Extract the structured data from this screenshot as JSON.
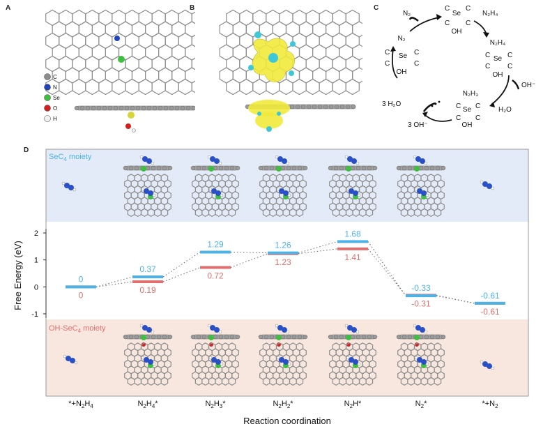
{
  "panels": {
    "a": "A",
    "b": "B",
    "c": "C",
    "d": "D"
  },
  "legend": {
    "items": [
      {
        "symbol": "C",
        "color": "#8c8c8c"
      },
      {
        "symbol": "N",
        "color": "#2244bb"
      },
      {
        "symbol": "Se",
        "color": "#3fbf3f"
      },
      {
        "symbol": "O",
        "color": "#d42020"
      },
      {
        "symbol": "H",
        "color": "#f2f2f2"
      }
    ]
  },
  "cycle": {
    "n2": "N₂",
    "n2h4": "N₂H₄",
    "oh_minus": "OH⁻",
    "h2o": "H₂O",
    "three_h2o": "3 H₂O",
    "three_oh": "3 OH⁻",
    "se": "Se",
    "c": "C",
    "oh": "OH",
    "n2_ligand": "N₂",
    "n2h4_ligand": "N₂H₄",
    "n2h3_ligand": "N₂H₃"
  },
  "colors": {
    "sec4": "#4db3e6",
    "ohsec4": "#e07070",
    "top_band": "#e3ebf8",
    "bottom_band": "#f8e7de"
  },
  "bands": {
    "top_label_main": "SeC",
    "top_label_sub": "4",
    "top_label_tail": " moiety",
    "bottom_label_main": "OH-SeC",
    "bottom_label_sub": "4",
    "bottom_label_tail": " moiety"
  },
  "chart_data": {
    "type": "line",
    "ylabel": "Free Energy (eV)",
    "xlabel": "Reaction coordination",
    "ylim": [
      -1,
      2
    ],
    "yticks": [
      "2",
      "1",
      "0",
      "-1"
    ],
    "categories": [
      {
        "main": "*+N",
        "sub": "2",
        "main2": "H",
        "sub2": "4",
        "tail": ""
      },
      {
        "main": "N",
        "sub": "2",
        "main2": "H",
        "sub2": "4",
        "tail": "*"
      },
      {
        "main": "N",
        "sub": "2",
        "main2": "H",
        "sub2": "3",
        "tail": "*"
      },
      {
        "main": "N",
        "sub": "2",
        "main2": "H",
        "sub2": "2",
        "tail": "*"
      },
      {
        "main": "N",
        "sub": "2",
        "main2": "H",
        "sub2": "",
        "tail": "*"
      },
      {
        "main": "N",
        "sub": "2",
        "main2": "",
        "sub2": "",
        "tail": "*"
      },
      {
        "main": "*+N",
        "sub": "2",
        "main2": "",
        "sub2": "",
        "tail": ""
      }
    ],
    "series": [
      {
        "values": [
          0,
          0.37,
          1.29,
          1.26,
          1.68,
          -0.33,
          -0.61
        ],
        "labels": [
          "0",
          "0.37",
          "1.29",
          "1.26",
          "1.68",
          "-0.33",
          "-0.61"
        ]
      },
      {
        "values": [
          0,
          0.19,
          0.72,
          1.23,
          1.41,
          -0.31,
          -0.61
        ],
        "labels": [
          "0",
          "0.19",
          "0.72",
          "1.23",
          "1.41",
          "-0.31",
          "-0.61"
        ]
      }
    ]
  }
}
